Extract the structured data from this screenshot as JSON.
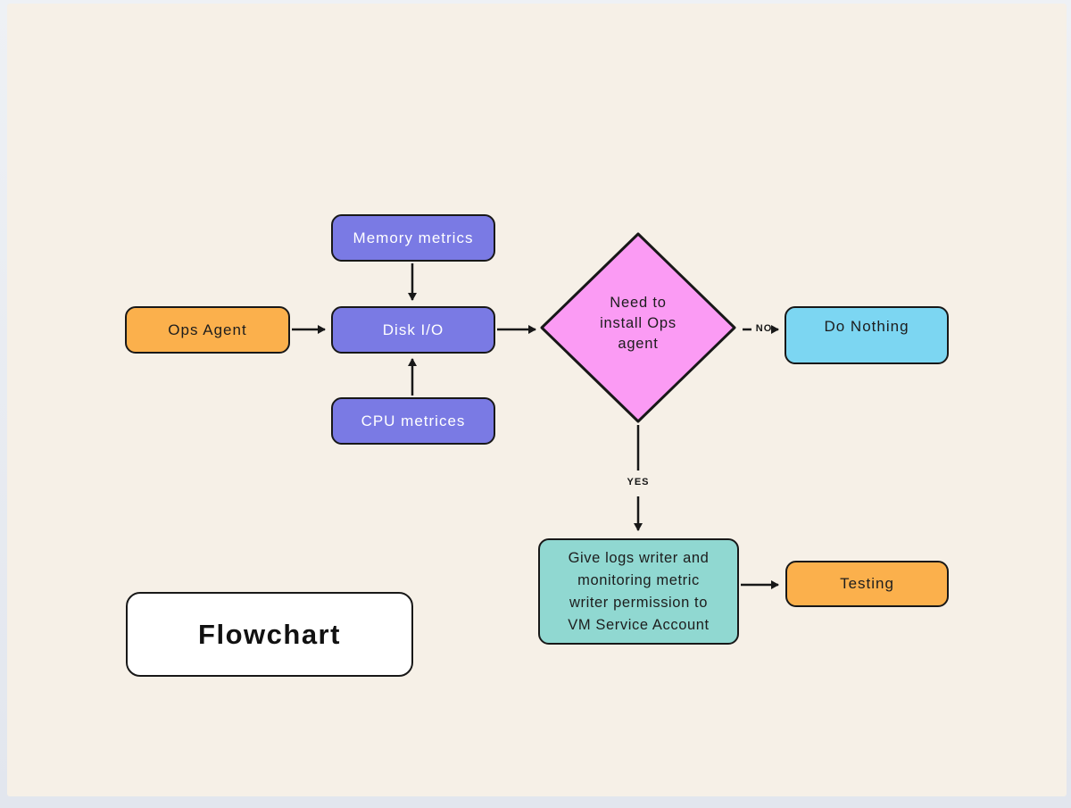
{
  "canvas": {
    "paper_color": "#f6f0e7",
    "frame_color": "#e4e8ef",
    "stroke_color": "#181818"
  },
  "title_box": {
    "label": "Flowchart"
  },
  "nodes": {
    "memory": {
      "label": "Memory metrics",
      "fill": "#7a7ae4",
      "text_color": "#ffffff",
      "shape": "rounded-rect"
    },
    "ops_agent": {
      "label": "Ops Agent",
      "fill": "#fbb04c",
      "text_color": "#1d1d1d",
      "shape": "rounded-rect"
    },
    "disk_io": {
      "label": "Disk I/O",
      "fill": "#7a7ae4",
      "text_color": "#ffffff",
      "shape": "rounded-rect"
    },
    "cpu": {
      "label": "CPU metrices",
      "fill": "#7a7ae4",
      "text_color": "#ffffff",
      "shape": "rounded-rect"
    },
    "decision": {
      "label": "Need to install Ops agent",
      "lines": {
        "0": "Need to",
        "1": "install Ops",
        "2": "agent"
      },
      "fill": "#fb9bf4",
      "text_color": "#1d1d1d",
      "shape": "diamond"
    },
    "do_nothing": {
      "label": "Do Nothing",
      "fill": "#7cd6f2",
      "text_color": "#1d1d1d",
      "shape": "rounded-rect"
    },
    "give_permission": {
      "label": "Give logs writer and monitoring metric writer permission to VM Service Account",
      "lines": {
        "0": "Give logs writer and",
        "1": "monitoring metric",
        "2": "writer permission to",
        "3": "VM Service Account"
      },
      "fill": "#90d8d1",
      "text_color": "#1d1d1d",
      "shape": "rounded-rect"
    },
    "testing": {
      "label": "Testing",
      "fill": "#fbb04c",
      "text_color": "#1d1d1d",
      "shape": "rounded-rect"
    }
  },
  "edge_labels": {
    "no": "NO",
    "yes": "YES"
  },
  "edges": [
    {
      "from": "ops_agent",
      "to": "disk_io",
      "style": "solid-arrow"
    },
    {
      "from": "memory",
      "to": "disk_io",
      "style": "solid-arrow"
    },
    {
      "from": "cpu",
      "to": "disk_io",
      "style": "solid-arrow"
    },
    {
      "from": "disk_io",
      "to": "decision",
      "style": "solid-arrow"
    },
    {
      "from": "decision",
      "to": "do_nothing",
      "style": "dashed-arrow",
      "label": "NO"
    },
    {
      "from": "decision",
      "to": "give_permission",
      "style": "solid-arrow",
      "label": "YES"
    },
    {
      "from": "give_permission",
      "to": "testing",
      "style": "solid-arrow"
    }
  ]
}
